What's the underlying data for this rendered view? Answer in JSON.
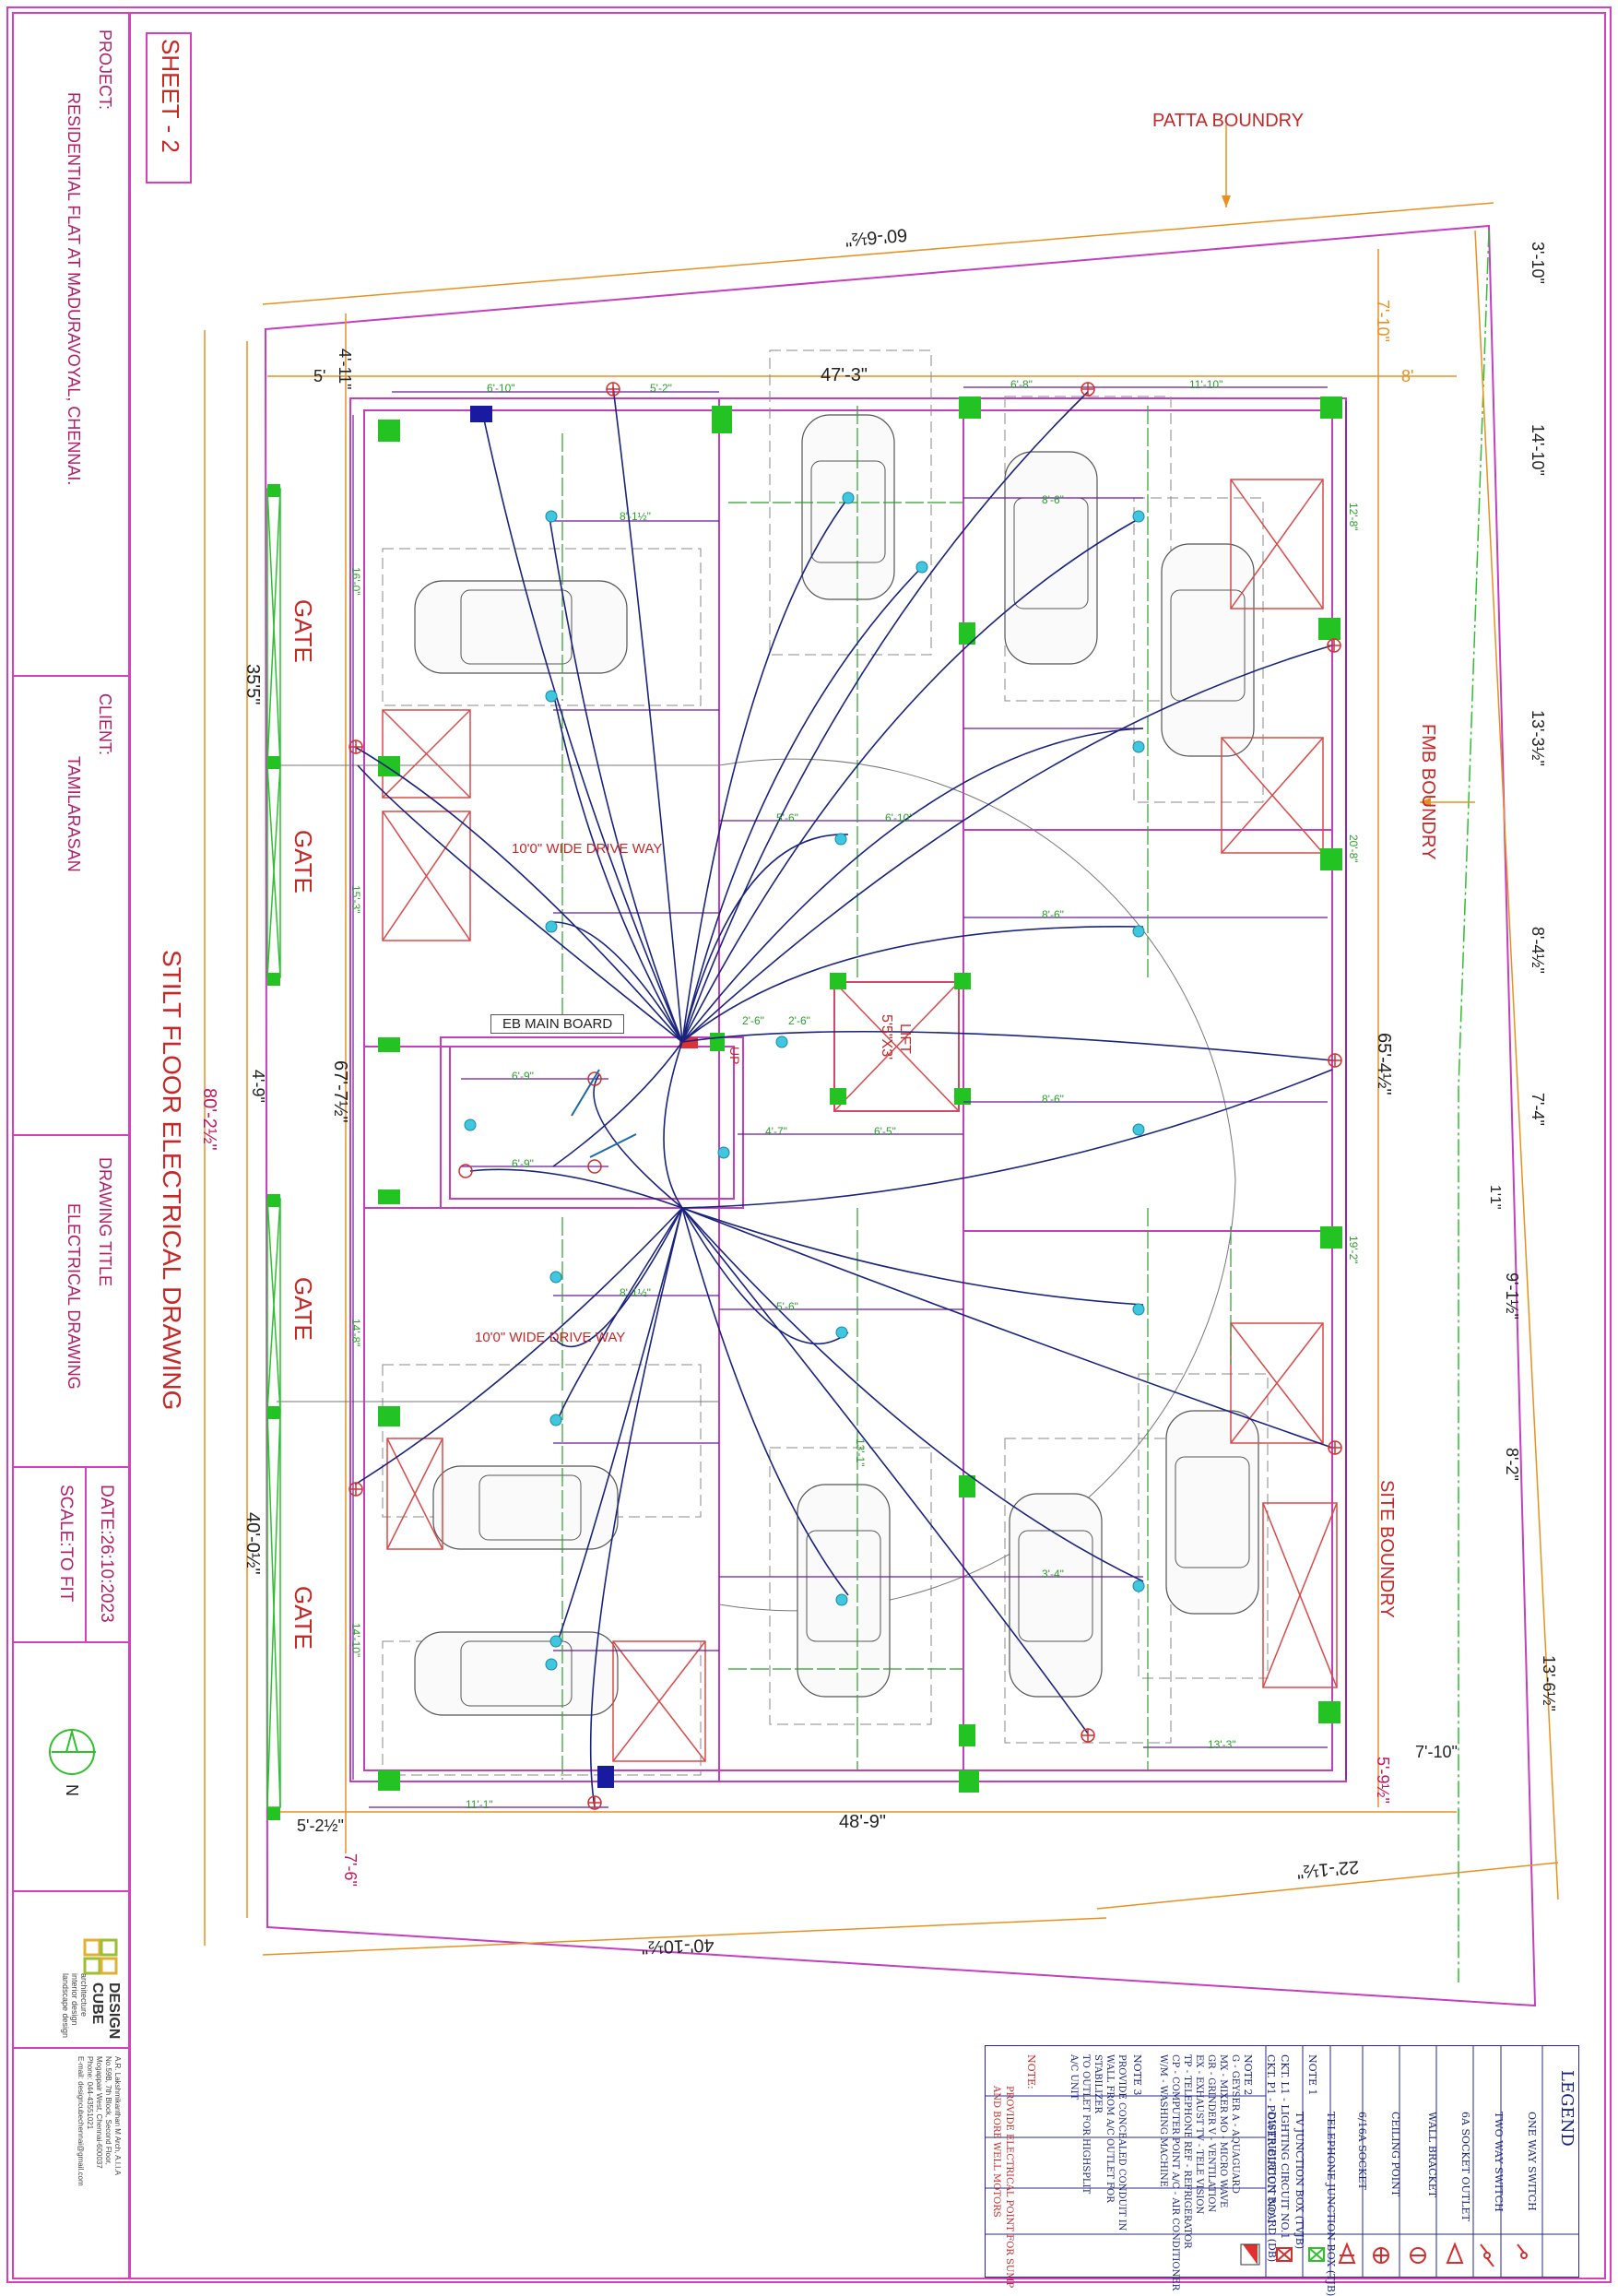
{
  "sheet": {
    "sheet_label": "SHEET - 2",
    "drawing_heading": "STILT FLOOR ELECTRICAL DRAWING"
  },
  "title_block": {
    "project_label": "PROJECT:",
    "project_name": "RESIDENTIAL FLAT AT MADURAVOYAL, CHENNAI.",
    "client_label": "CLIENT:",
    "client_name": "TAMILARASAN",
    "drawing_title_label": "DRAWING TITLE",
    "drawing_title": "ELECTRICAL DRAWING",
    "date": "DATE:26:10:2023",
    "scale": "SCALE:TO FIT",
    "north": "N",
    "firm_name_1": "DESIGN",
    "firm_name_2": "CUBE",
    "firm_lines": [
      "architecture",
      "interior design",
      "landscape design"
    ],
    "firm_address": [
      "A.R. Lakshmikanthan M Arch, A.I.I.A",
      "No.59B, 7th Block, Second Floor,",
      "Mogappair West, Chennai-600037",
      "Phone: 044-43551021",
      "E-mail: designcubechennai@gmail.com"
    ]
  },
  "plan_labels": {
    "patta": "PATTA BOUNDRY",
    "fmb": "FMB BOUNDRY",
    "site": "SITE BOUNDRY",
    "gates": [
      "GATE",
      "GATE",
      "GATE",
      "GATE"
    ],
    "driveway_1": "10'0\" WIDE DRIVE WAY",
    "driveway_2": "10'0\" WIDE DRIVE WAY",
    "eb_board": "EB MAIN BOARD",
    "lift": "LIFT",
    "lift_size": "5'5\"X3'",
    "up": "UP"
  },
  "dimensions": {
    "top_boundary": "60'-6½\"",
    "bottom_boundary": "40'-10½\"",
    "bottom_right_boundary": "22'-1½\"",
    "left_total": "80'-2½\"",
    "left_upper": "35'5\"",
    "left_lower": "40'-0½\"",
    "left_mid": "4'-9\"",
    "left_top_small": "4'-11\"",
    "inner_left": "67'-7½\"",
    "right_total": "65'-4½\"",
    "top_inner": "47'-3\"",
    "bottom_inner": "48'-9\"",
    "top_left_offset": "5'",
    "top_right_offset": "8'",
    "right_top_offset": "7'-10\"",
    "bottom_right_offset": "7'-10\"",
    "bottom_left_offset": "5'-2½\"",
    "bottom_left_vert": "7'-6\"",
    "bottom_right_vert": "5'-9½\"",
    "right_segments": [
      "3'-10\"",
      "14'-10\"",
      "13'-3½\"",
      "8'-4½\"",
      "7'-4\"",
      "1'1\"",
      "9'-1½\"",
      "8'-2\"",
      "13'-6½\""
    ],
    "room_dims": [
      "6'-10\"",
      "5'-2\"",
      "6'-8\"",
      "11'-10\"",
      "8'-1½\"",
      "8'-6\"",
      "5'-6\"",
      "6'-10\"",
      "8'-6\"",
      "6'-9\"",
      "6'-9\"",
      "4'-7\"",
      "6'-5\"",
      "2'-6\"",
      "2'-6\"",
      "8'-1½\"",
      "5'-6\"",
      "8'-6\"",
      "13'-3\"",
      "11'-1\"",
      "3'-4\"",
      "13'-1\"",
      "12'-8\"",
      "20'-8\"",
      "19'-2\"",
      "16'-0\"",
      "15'-3\"",
      "14'-8\"",
      "14'-10\""
    ]
  },
  "legend": {
    "title": "LEGEND",
    "items": [
      {
        "icon": "one-way-switch",
        "label": "ONE WAY SWITCH"
      },
      {
        "icon": "two-way-switch",
        "label": "TWO WAY SWITCH"
      },
      {
        "icon": "6a-socket",
        "label": "6A SOCKET OUTLET"
      },
      {
        "icon": "wall-bracket",
        "label": "WALL BRACKET"
      },
      {
        "icon": "ceiling-point",
        "label": "CEILING POINT"
      },
      {
        "icon": "16a-socket",
        "label": "6/16A SOCKET"
      },
      {
        "icon": "telephone-box",
        "label": "TELEPHONE JUNCTION BOX (TJB)"
      },
      {
        "icon": "tv-box",
        "label": "TV JUNCTION BOX (TVJB)"
      },
      {
        "icon": "db",
        "label": "DISTRIBUTION BOARD (DB)"
      }
    ],
    "note1_title": "NOTE 1",
    "note1": [
      "CKT. L1 - LIGHTING CIRCUIT NO.1",
      "CKT. P1 - POWER CIRCUIT NO.1"
    ],
    "note2_title": "NOTE 2",
    "note2": [
      "G - GEYSER           A - AQUAGUARD",
      "MX - MIXER          MO - MICRO WAVE",
      "GR - GRINDER         V - VENTILATION",
      "EX - EXHAUST         TV - TELE VISION",
      "TP - TELEPHONE       REF - REFRIGERATOR",
      "CP - COMPUTER POINT  A/C - AIR CONDITIONER",
      "W/M - WASHING MACHINE"
    ],
    "note3_title": "NOTE 3",
    "note3": [
      "PROVIDE CONCEALED CONDUIT IN",
      "WALL FROM A/C OUTLET FOR",
      "STABILIZER",
      "TO OUTLET FOR HIGHSPLIT",
      "A/C UNIT"
    ],
    "note4_title": "NOTE:",
    "note4": [
      "PROVIDE ELECTRICAL POINT FOR SUMP",
      "AND BORE WELL MOTORS"
    ]
  },
  "colors": {
    "frame": "#d63fbf",
    "wiring": "#1a237e",
    "dim_line": "#e89020",
    "wall": "#c53ec0",
    "dim_purple": "#6a1b9a",
    "column": "#22c322",
    "label_red": "#c62828",
    "green_dim": "#2e9e2e"
  }
}
